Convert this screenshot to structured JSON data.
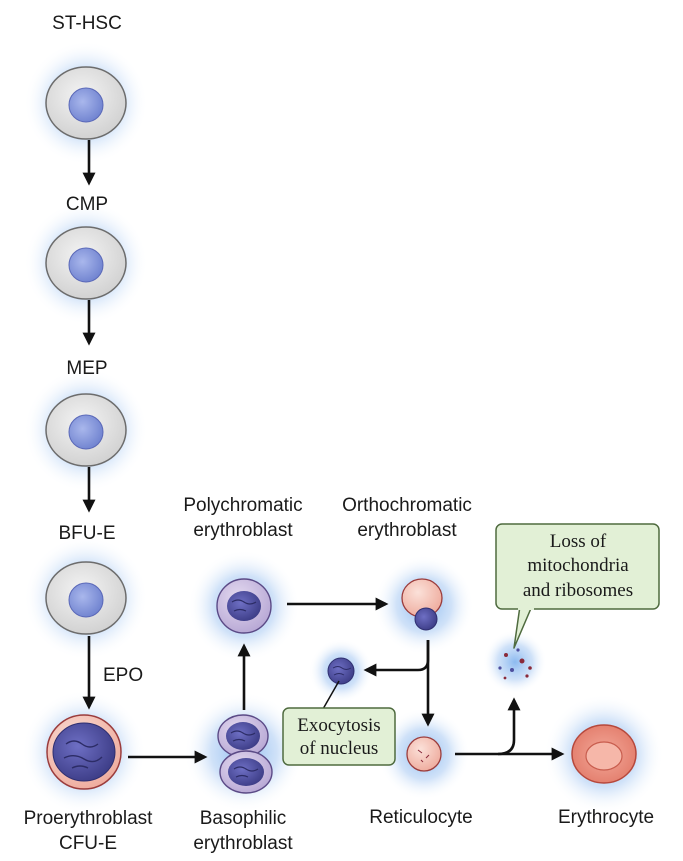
{
  "stages": {
    "st_hsc": "ST-HSC",
    "cmp": "CMP",
    "mep": "MEP",
    "bfu_e": "BFU-E",
    "proerythroblast": [
      "Proerythroblast",
      "CFU-E"
    ],
    "basophilic": [
      "Basophilic",
      "erythroblast"
    ],
    "polychromatic": [
      "Polychromatic",
      "erythroblast"
    ],
    "orthochromatic": [
      "Orthochromatic",
      "erythroblast"
    ],
    "reticulocyte": "Reticulocyte",
    "erythrocyte": "Erythrocyte"
  },
  "arrow_label": "EPO",
  "callouts": {
    "exocytosis": [
      "Exocytosis",
      "of nucleus"
    ],
    "loss": [
      "Loss of",
      "mitochondria",
      "and ribosomes"
    ]
  },
  "colors": {
    "glow": "#7fb2ee",
    "stem_cell": "#dedede",
    "nucleus_light": "#8c9ee0",
    "nucleus_dark": "#4d4f9e",
    "polychromatic_cytoplasm": "#c9bde0",
    "pink_cell": "#f4c2b6",
    "erythrocyte": "#ee9384",
    "callout_fill": "#e2f0d6",
    "callout_stroke": "#4f6b3f"
  }
}
